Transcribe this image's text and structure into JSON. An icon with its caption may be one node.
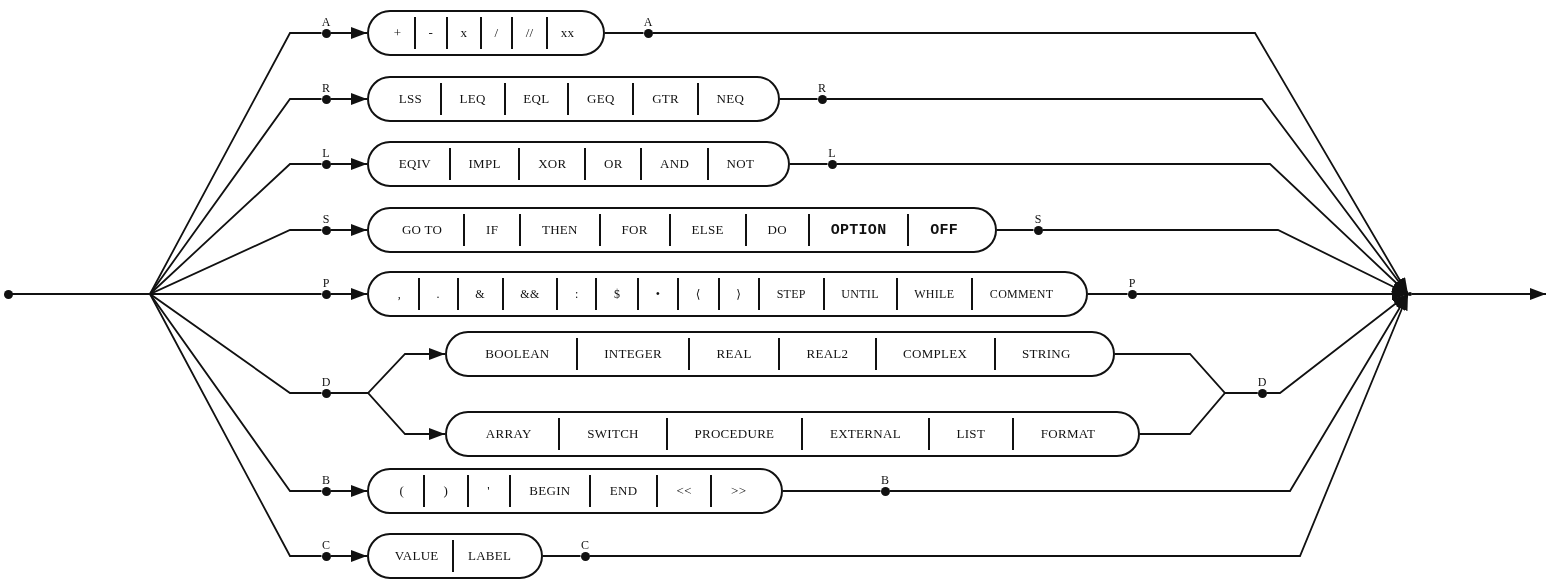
{
  "diagram": {
    "nodes": [
      {
        "text": [],
        "shape": "circle"
      },
      {
        "text": [
          "A"
        ]
      },
      {
        "text": [
          "+",
          "-",
          "x",
          "/",
          "//",
          "xx"
        ]
      },
      {
        "text": [
          "A"
        ]
      },
      {
        "text": [
          "R"
        ]
      },
      {
        "text": [
          "LSS",
          "LEQ",
          "EQL",
          "GEQ",
          "GTR",
          "NEQ"
        ]
      },
      {
        "text": [
          "R"
        ]
      },
      {
        "text": [
          "L"
        ]
      },
      {
        "text": [
          "EQIV",
          "IMPL",
          "XOR",
          "OR",
          "AND",
          "NOT"
        ]
      },
      {
        "text": [
          "L"
        ]
      },
      {
        "text": [
          "S"
        ]
      },
      {
        "text": [
          "GO TO",
          "IF",
          "THEN",
          "FOR",
          "ELSE",
          "DO",
          "**OPTION**",
          "**OFF**"
        ]
      },
      {
        "text": [
          "S"
        ]
      },
      {
        "text": [
          "P"
        ]
      },
      {
        "text": [
          ",",
          ".",
          "&",
          "&&",
          ":",
          "$",
          "•",
          "⟨",
          "⟩",
          "STEP",
          "UNTIL",
          "WHILE",
          "COMMENT"
        ]
      },
      {
        "text": [
          "P"
        ]
      },
      {
        "text": [
          "D"
        ]
      },
      {
        "text": [
          "BOOLEAN",
          "INTEGER",
          "REAL",
          "REAL2",
          "COMPLEX",
          "STRING"
        ]
      },
      {
        "text": [
          "ARRAY",
          "SWITCH",
          "PROCEDURE",
          "EXTERNAL",
          "LIST",
          "FORMAT"
        ]
      },
      {
        "text": [
          "D"
        ]
      },
      {
        "text": [
          "B"
        ]
      },
      {
        "text": [
          "(",
          ")",
          "'",
          "BEGIN",
          "END",
          "<<",
          ">>"
        ]
      },
      {
        "text": [
          "B"
        ]
      },
      {
        "text": [
          "C"
        ]
      },
      {
        "text": [
          "VALUE",
          "LABEL"
        ]
      },
      {
        "text": [
          "C"
        ]
      },
      {
        "text": [],
        "shape": "circle"
      }
    ],
    "edges": [
      {
        "from": 0,
        "to": 1,
        "arrow": "none"
      },
      {
        "from": 1,
        "to": 2,
        "arrow": "to"
      },
      {
        "from": 2,
        "to": 3,
        "arrow": "none"
      },
      {
        "from": 3,
        "to": 26,
        "arrow": "to"
      },
      {
        "from": 0,
        "to": 4,
        "arrow": "none"
      },
      {
        "from": 4,
        "to": 5,
        "arrow": "to"
      },
      {
        "from": 5,
        "to": 6,
        "arrow": "none"
      },
      {
        "from": 6,
        "to": 26,
        "arrow": "to"
      },
      {
        "from": 0,
        "to": 7,
        "arrow": "none"
      },
      {
        "from": 7,
        "to": 8,
        "arrow": "to"
      },
      {
        "from": 8,
        "to": 9,
        "arrow": "none"
      },
      {
        "from": 9,
        "to": 26,
        "arrow": "to"
      },
      {
        "from": 0,
        "to": 10,
        "arrow": "none"
      },
      {
        "from": 10,
        "to": 11,
        "arrow": "to"
      },
      {
        "from": 11,
        "to": 12,
        "arrow": "none"
      },
      {
        "from": 12,
        "to": 26,
        "arrow": "to"
      },
      {
        "from": 0,
        "to": 13,
        "arrow": "none"
      },
      {
        "from": 13,
        "to": 14,
        "arrow": "to"
      },
      {
        "from": 14,
        "to": 15,
        "arrow": "none"
      },
      {
        "from": 15,
        "to": 26,
        "arrow": "to"
      },
      {
        "from": 0,
        "to": 16,
        "arrow": "none"
      },
      {
        "from": 16,
        "to": 17,
        "arrow": "to"
      },
      {
        "from": 16,
        "to": 18,
        "arrow": "to"
      },
      {
        "from": 17,
        "to": 19,
        "arrow": "none"
      },
      {
        "from": 18,
        "to": 19,
        "arrow": "none"
      },
      {
        "from": 19,
        "to": 26,
        "arrow": "to"
      },
      {
        "from": 0,
        "to": 20,
        "arrow": "none"
      },
      {
        "from": 20,
        "to": 21,
        "arrow": "to"
      },
      {
        "from": 21,
        "to": 22,
        "arrow": "none"
      },
      {
        "from": 22,
        "to": 26,
        "arrow": "to"
      },
      {
        "from": 0,
        "to": 23,
        "arrow": "none"
      },
      {
        "from": 23,
        "to": 24,
        "arrow": "to"
      },
      {
        "from": 24,
        "to": 25,
        "arrow": "none"
      },
      {
        "from": 25,
        "to": 26,
        "arrow": "to"
      },
      {
        "from": 26,
        "to": null,
        "arrow": "to"
      }
    ]
  }
}
